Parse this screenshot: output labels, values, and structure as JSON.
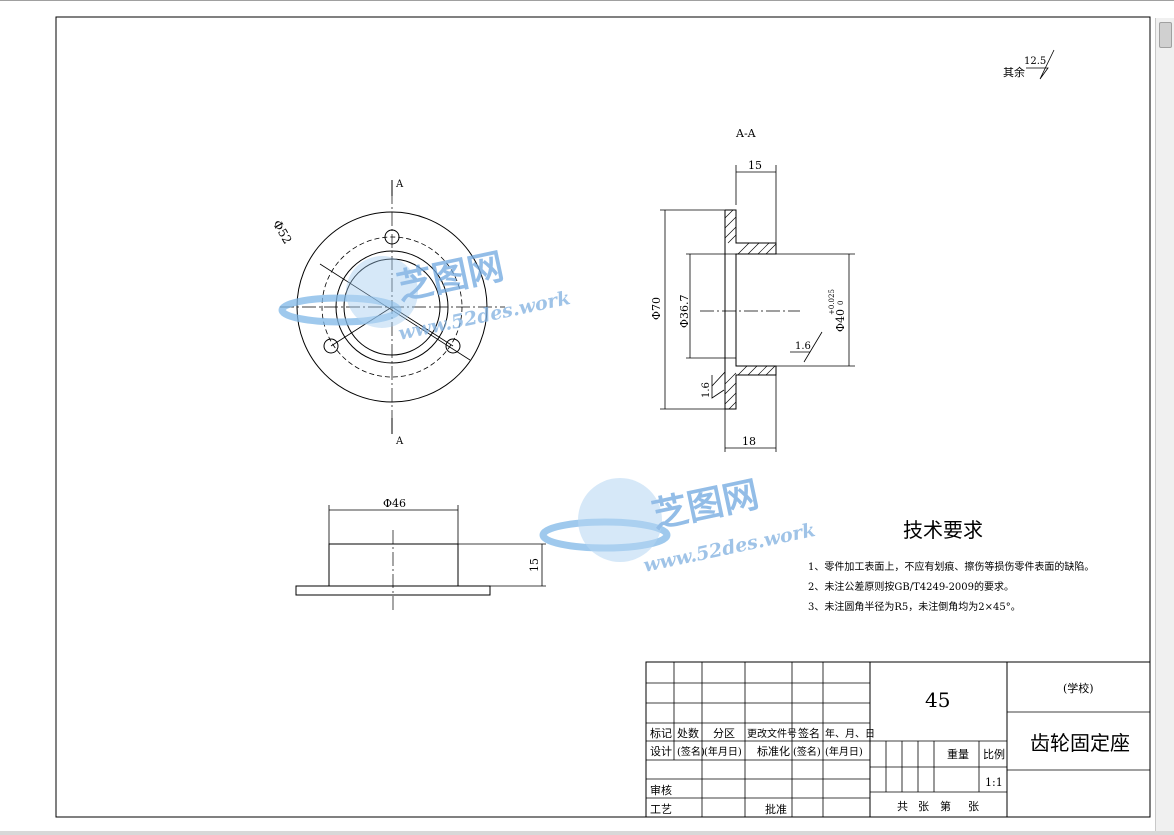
{
  "drawing": {
    "roughness_other_label": "其余",
    "roughness_other_value": "12.5",
    "section_label": "A-A",
    "cut_label_top": "A",
    "cut_label_bottom": "A",
    "dims": {
      "phi52": "Φ52",
      "d15_top": "15",
      "d18_bottom": "18",
      "phi70": "Φ70",
      "phi36_7": "Φ36.7",
      "phi40": "Φ40",
      "phi40_tol_upper": "+0.025",
      "phi40_tol_lower": "0",
      "rough_inner": "1.6",
      "rough_face": "1.6",
      "phi46": "Φ46",
      "d15_side": "15"
    }
  },
  "watermark": {
    "brand": "芝图网",
    "url": "www.52des.work"
  },
  "tech_requirements": {
    "title": "技术要求",
    "items": [
      "1、零件加工表面上，不应有划痕、擦伤等损伤零件表面的缺陷。",
      "2、未注公差原则按GB/T4249-2009的要求。",
      "3、未注圆角半径为R5，未注倒角均为2×45°。"
    ]
  },
  "title_block": {
    "material": "45",
    "school": "(学校)",
    "part_name": "齿轮固定座",
    "row_headers": [
      "标记",
      "处数",
      "分区",
      "更改文件号",
      "签名",
      "年、月、日"
    ],
    "design_row": [
      "设计",
      "(签名)",
      "(年月日)",
      "标准化",
      "(签名)",
      "(年月日)"
    ],
    "review": "审核",
    "process": "工艺",
    "approve": "批准",
    "weight_label": "重量",
    "scale_label": "比例",
    "scale_value": "1:1",
    "sheets_total": "共",
    "sheets_total_unit": "张",
    "sheet_no": "第",
    "sheet_no_unit": "张"
  }
}
